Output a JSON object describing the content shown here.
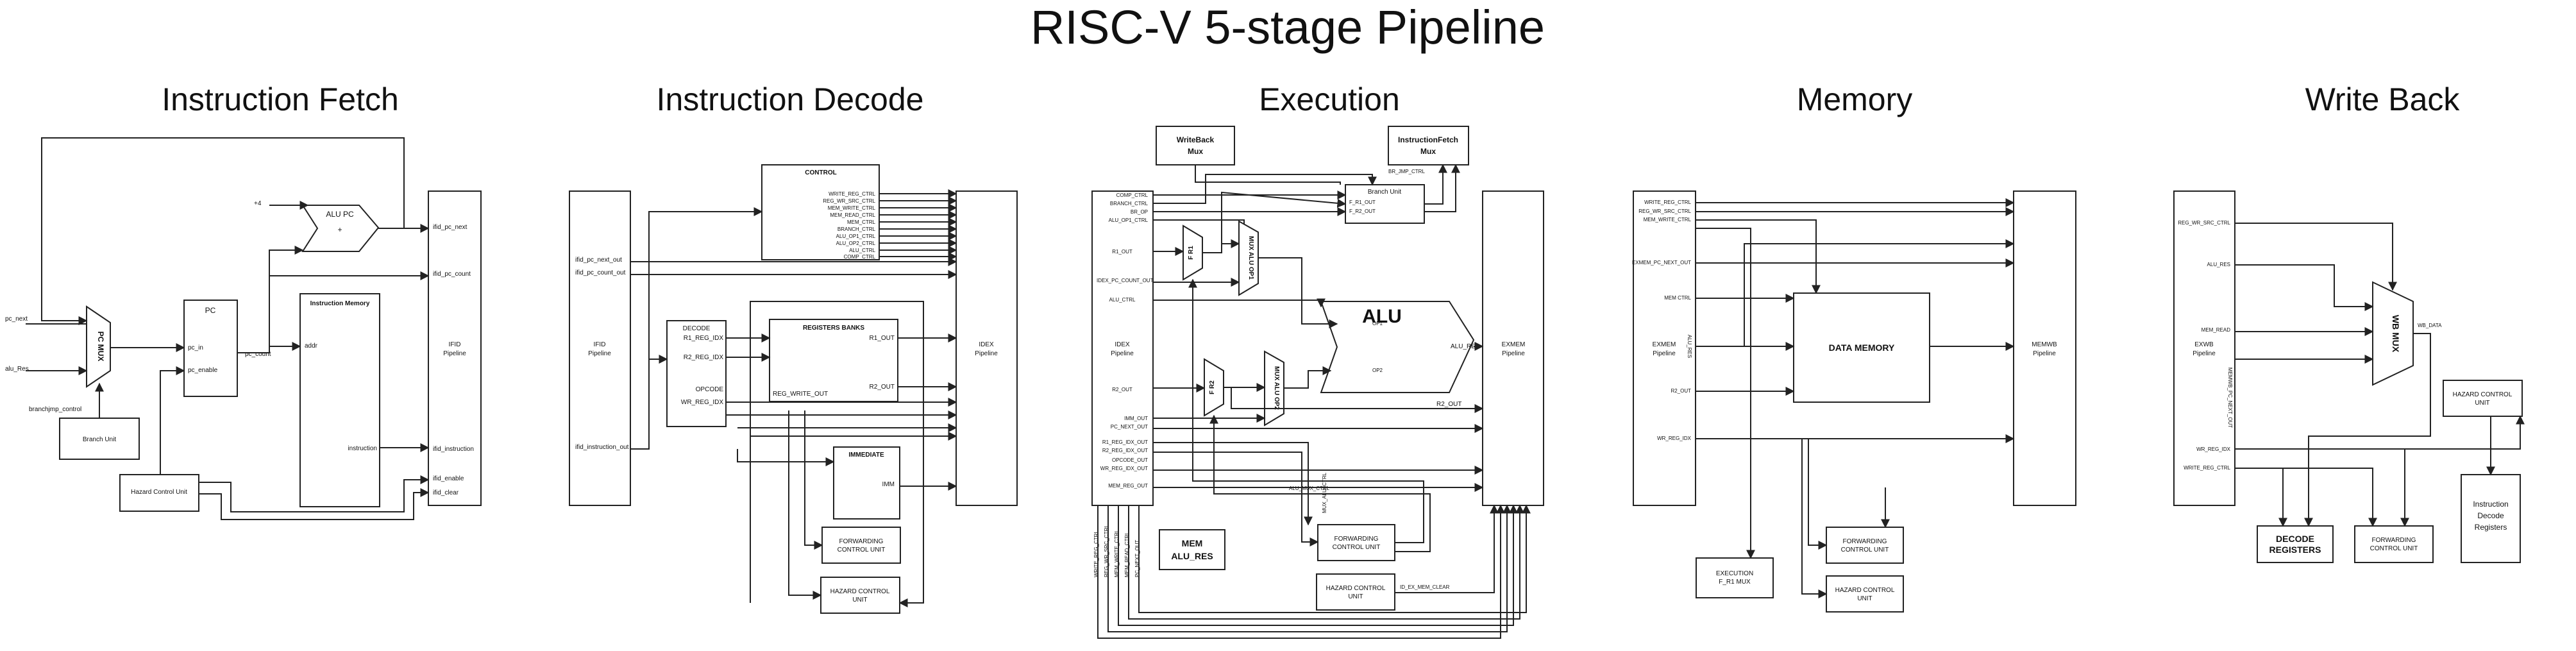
{
  "title": "RISC-V 5-stage Pipeline",
  "stages": {
    "fetch": "Instruction Fetch",
    "decode": "Instruction Decode",
    "execute": "Execution",
    "memory": "Memory",
    "writeback": "Write Back"
  },
  "fetch": {
    "pc_mux": "PC MUX",
    "pc": "PC",
    "pc_in": "pc_in",
    "pc_enable": "pc_enable",
    "pc_count": "pc_count",
    "alu_pc": "ALU PC",
    "plus": "+",
    "four": "+4",
    "imem": "Instruction Memory",
    "addr": "addr",
    "instruction": "instruction",
    "branch_unit": "Branch Unit",
    "hazard_unit": "Hazard Control Unit",
    "pc_next": "pc_next",
    "alu_res": "alu_Res",
    "branch_cmp": "branchjmp_control",
    "ifid": "IFID Pipeline",
    "ifid_pc_next": "ifid_pc_next",
    "ifid_pc_count": "ifid_pc_count",
    "ifid_instruction": "ifid_instruction",
    "ifid_enable": "ifid_enable",
    "ifid_clear": "ifid_clear"
  },
  "decode": {
    "ifid": "IFID Pipeline",
    "in_pc_next": "ifid_pc_next_out",
    "in_pc_count": "ifid_pc_count_out",
    "in_instruction": "ifid_instruction_out",
    "control": "CONTROL",
    "control_signals": [
      "WRITE_REG_CTRL",
      "REG_WR_SRC_CTRL",
      "MEM_WRITE_CTRL",
      "MEM_READ_CTRL",
      "MEM_CTRL",
      "BRANCH_CTRL",
      "ALU_OP1_CTRL",
      "ALU_OP2_CTRL",
      "ALU_CTRL",
      "COMP_CTRL"
    ],
    "decode_box": "DECODE",
    "decode_outputs": [
      "R1_REG_IDX",
      "R2_REG_IDX",
      "OPCODE",
      "WR_REG_IDX"
    ],
    "regbank": "REGISTERS BANKS",
    "r1_out": "R1_OUT",
    "r2_out": "R2_OUT",
    "reg_write_out": "REG_WRITE_OUT",
    "immediate": "IMMEDIATE",
    "imm": "IMM",
    "forwarding": "FORWARDING CONTROL UNIT",
    "hazard": "HAZARD CONTROL UNIT",
    "idex": "IDEX Pipeline"
  },
  "execute": {
    "idex": "IDEX Pipeline",
    "idex_signals": [
      "COMP_CTRL",
      "BRANCH_CTRL",
      "BR_OP",
      "ALU_OP1_CTRL"
    ],
    "r1_out": "R1_OUT",
    "pc_count_out": "IDEX_PC_COUNT_OUT",
    "alu_ctrl": "ALU_CTRL",
    "r2_out": "R2_OUT",
    "lower_signals": [
      "IMM_OUT",
      "PC_NEXT_OUT",
      "R1_REG_IDX_OUT",
      "R2_REG_IDX_OUT",
      "OPCODE_OUT",
      "WR_REG_IDX_OUT",
      "MEM_REG_OUT"
    ],
    "bottom_signals": [
      "WRITE_REG_CTRL",
      "REG_WR_SRC_CTRL",
      "MEM_WRITE_CTRL",
      "MEM_READ_CTRL",
      "PC_NEXT_OUT"
    ],
    "writeback_mux": "WriteBack Mux",
    "if_mux": "InstructionFetch Mux",
    "br_jmp_ctrl": "BR_JMP_CTRL",
    "branch_unit": "Branch Unit",
    "f_r1_out": "F_R1_OUT",
    "f_r2_out": "F_R2_OUT",
    "f_r1": "F R1",
    "f_r2": "F R2",
    "mux_op1": "MUX ALU OP1",
    "mux_op2": "MUX ALU OP2",
    "alu": "ALU",
    "op1": "OP1",
    "op2": "OP2",
    "alu_res": "ALU_RES",
    "r2_out_right": "R2_OUT",
    "mem_alu_res": "MEM ALU_RES",
    "alu_mux_ctrl": "ALU_MUX_CTRL",
    "mux_ctrl2": "MUX_ALU_CTRL",
    "forwarding": "FORWARDING CONTROL UNIT",
    "hazard": "HAZARD CONTROL UNIT",
    "clear": "ID_EX_MEM_CLEAR",
    "exmem": "EXMEM Pipeline"
  },
  "memory": {
    "exmem": "EXMEM Pipeline",
    "signals": [
      "WRITE_REG_CTRL",
      "REG_WR_SRC_CTRL",
      "MEM_WRITE_CTRL"
    ],
    "pc_next": "EXMEM_PC_NEXT_OUT",
    "mem_ctrl": "MEM CTRL",
    "alu_res": "ALU_RES",
    "r2_out": "R2_OUT",
    "wr_reg": "WR_REG_IDX",
    "data_memory": "DATA MEMORY",
    "memwb": "MEMWB Pipeline",
    "exec_mux": "EXECUTION F_R1 MUX",
    "forwarding": "FORWARDING CONTROL UNIT",
    "hazard": "HAZARD CONTROL UNIT"
  },
  "writeback": {
    "exwb": "EXWB Pipeline",
    "signals": [
      "REG_WR_SRC_CTRL",
      "ALU_RES",
      "MEM_READ",
      "MEMWB_PC_NEXT_OUT",
      "WR_REG_IDX",
      "WRITE_REG_CTRL"
    ],
    "wb_mux": "WB MUX",
    "wb_data": "WB_DATA",
    "hazard": "HAZARD CONTROL UNIT",
    "decode_registers": "DECODE REGISTERS",
    "forwarding": "FORWARDING CONTROL UNIT",
    "id_registers": "Instruction Decode Registers"
  }
}
